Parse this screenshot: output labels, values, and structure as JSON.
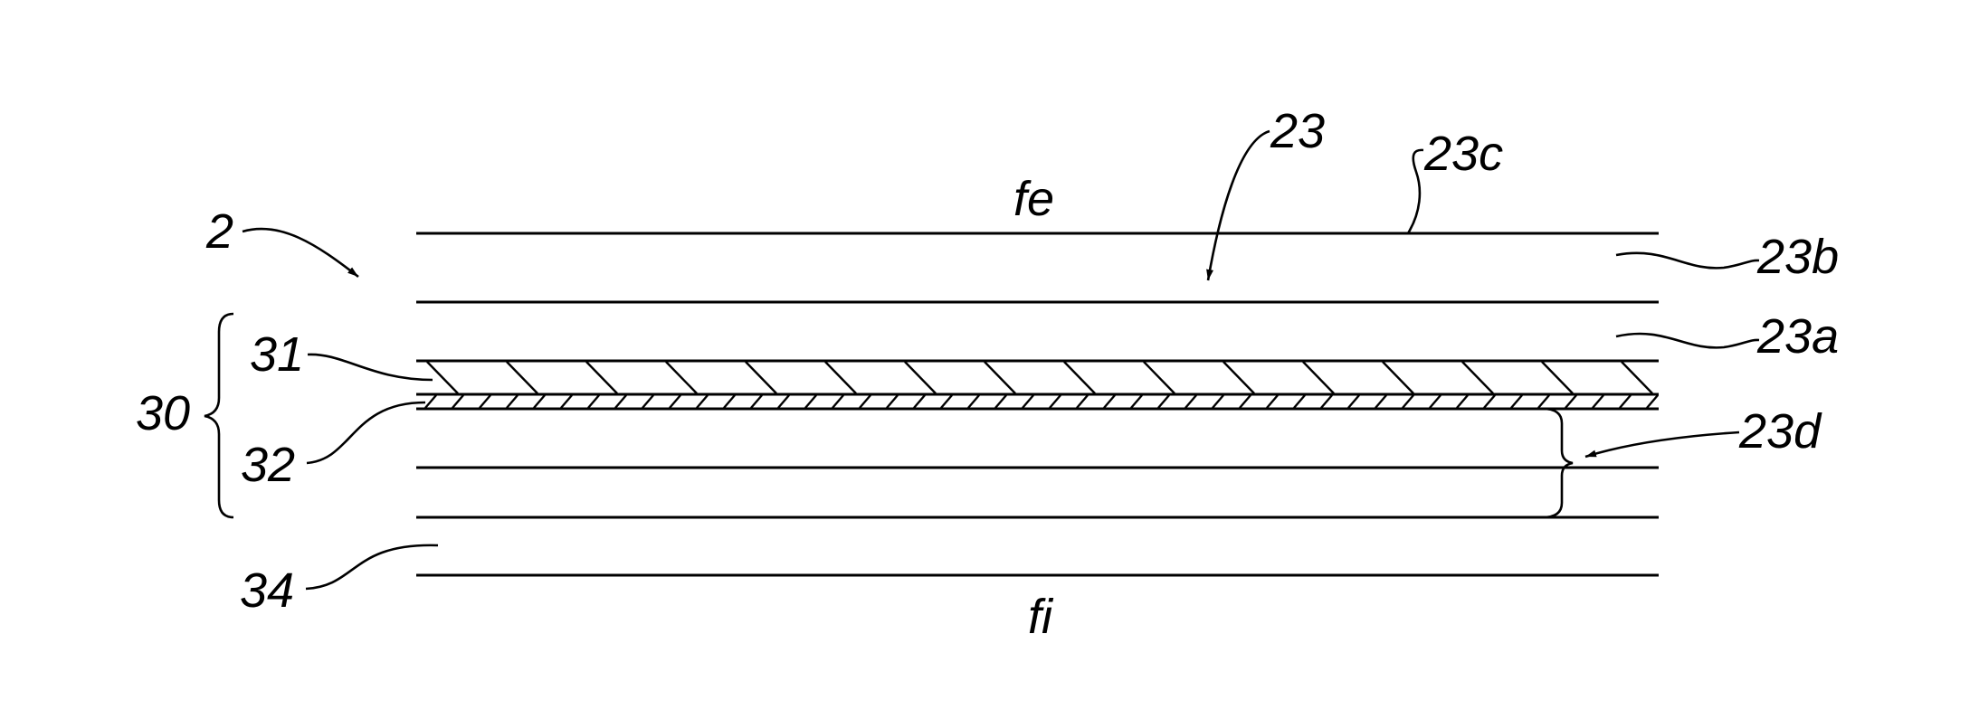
{
  "figure": {
    "labels": {
      "fe": "fe",
      "fi": "fi",
      "ref_2": "2",
      "ref_23": "23",
      "ref_23a": "23a",
      "ref_23b": "23b",
      "ref_23c": "23c",
      "ref_23d": "23d",
      "ref_30": "30",
      "ref_31": "31",
      "ref_32": "32",
      "ref_34": "34"
    },
    "colors": {
      "ink": "#000000",
      "background": "#ffffff"
    }
  }
}
